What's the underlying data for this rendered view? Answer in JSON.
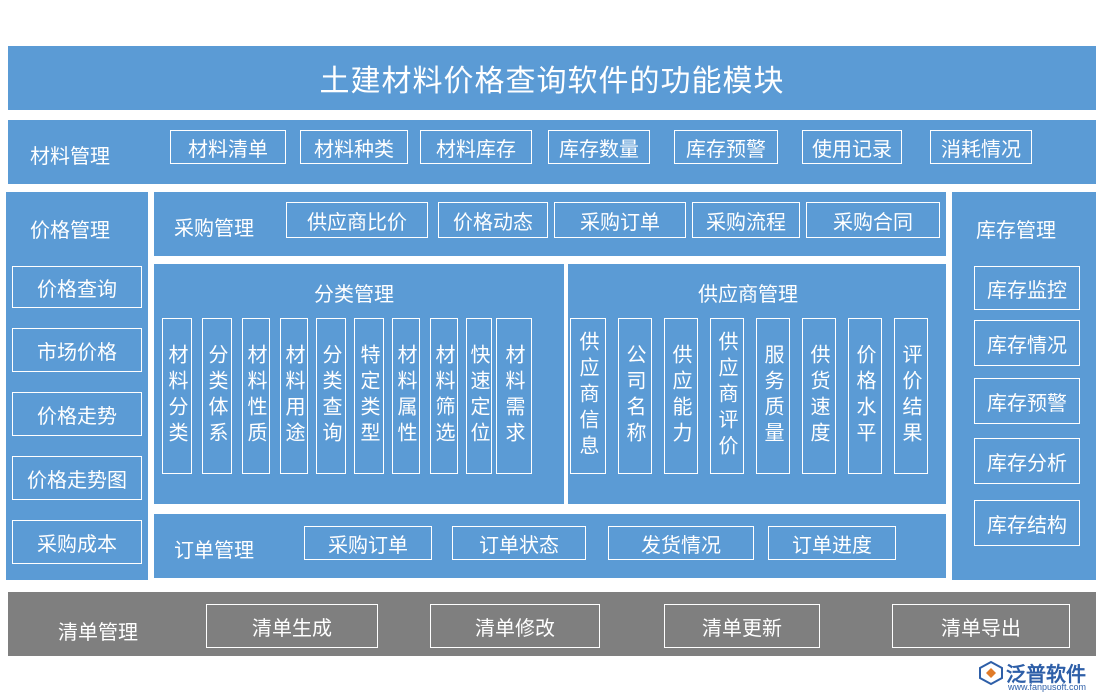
{
  "title": "土建材料价格查询软件的功能模块",
  "material": {
    "label": "材料管理",
    "items": [
      "材料清单",
      "材料种类",
      "材料库存",
      "库存数量",
      "库存预警",
      "使用记录",
      "消耗情况"
    ]
  },
  "price": {
    "label": "价格管理",
    "items": [
      "价格查询",
      "市场价格",
      "价格走势",
      "价格走势图",
      "采购成本"
    ]
  },
  "purchase": {
    "label": "采购管理",
    "items": [
      "供应商比价",
      "价格动态",
      "采购订单",
      "采购流程",
      "采购合同"
    ]
  },
  "category": {
    "label": "分类管理",
    "items": [
      "材料分类",
      "分类体系",
      "材料性质",
      "材料用途",
      "分类查询",
      "特定类型",
      "材料属性",
      "材料筛选",
      "快速定位",
      "材料需求"
    ]
  },
  "supplier": {
    "label": "供应商管理",
    "items": [
      "供应商信息",
      "公司名称",
      "供应能力",
      "供应商评价",
      "服务质量",
      "供货速度",
      "价格水平",
      "评价结果"
    ]
  },
  "order": {
    "label": "订单管理",
    "items": [
      "采购订单",
      "订单状态",
      "发货情况",
      "订单进度"
    ]
  },
  "inventory": {
    "label": "库存管理",
    "items": [
      "库存监控",
      "库存情况",
      "库存预警",
      "库存分析",
      "库存结构"
    ]
  },
  "list": {
    "label": "清单管理",
    "items": [
      "清单生成",
      "清单修改",
      "清单更新",
      "清单导出"
    ]
  },
  "logo": {
    "name": "泛普软件",
    "url": "www.fanpusoft.com",
    "icon": "logo-icon"
  },
  "colors": {
    "panel": "#5b9bd5",
    "gray": "#7f7f7f",
    "logo": "#2e5fa8"
  }
}
